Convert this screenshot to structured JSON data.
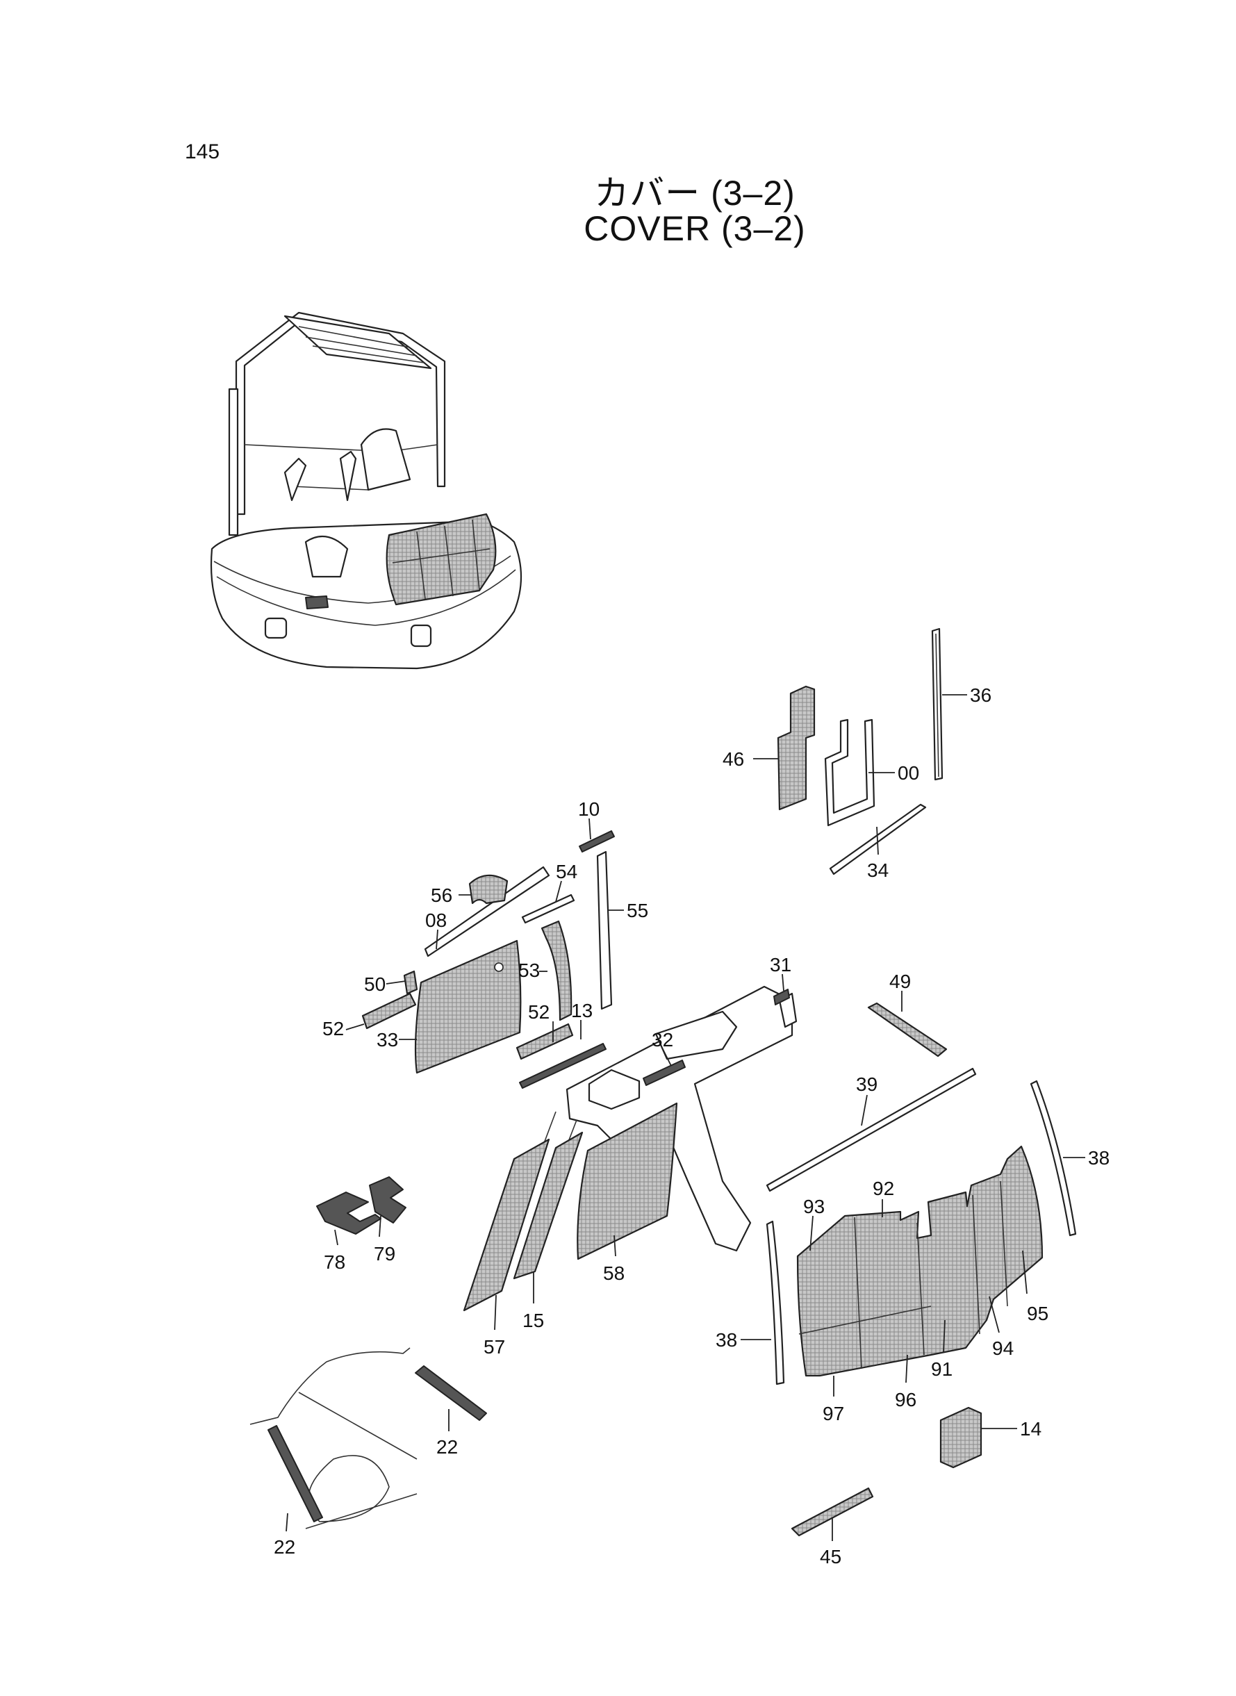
{
  "page_number": "145",
  "title_jp": "カバー (3–2)",
  "title_en": "COVER (3–2)",
  "callouts": {
    "c36": "36",
    "c46": "46",
    "c00": "00",
    "c34": "34",
    "c10": "10",
    "c54": "54",
    "c55": "55",
    "c56": "56",
    "c08": "08",
    "c50": "50",
    "c53": "53",
    "c13": "13",
    "c52a": "52",
    "c52b": "52",
    "c33": "33",
    "c31": "31",
    "c49": "49",
    "c32": "32",
    "c39": "39",
    "c38a": "38",
    "c38b": "38",
    "c92": "92",
    "c93": "93",
    "c95": "95",
    "c94": "94",
    "c91": "91",
    "c96": "96",
    "c97": "97",
    "c78": "78",
    "c79": "79",
    "c57": "57",
    "c15": "15",
    "c58": "58",
    "c22a": "22",
    "c22b": "22",
    "c14": "14",
    "c45": "45"
  }
}
